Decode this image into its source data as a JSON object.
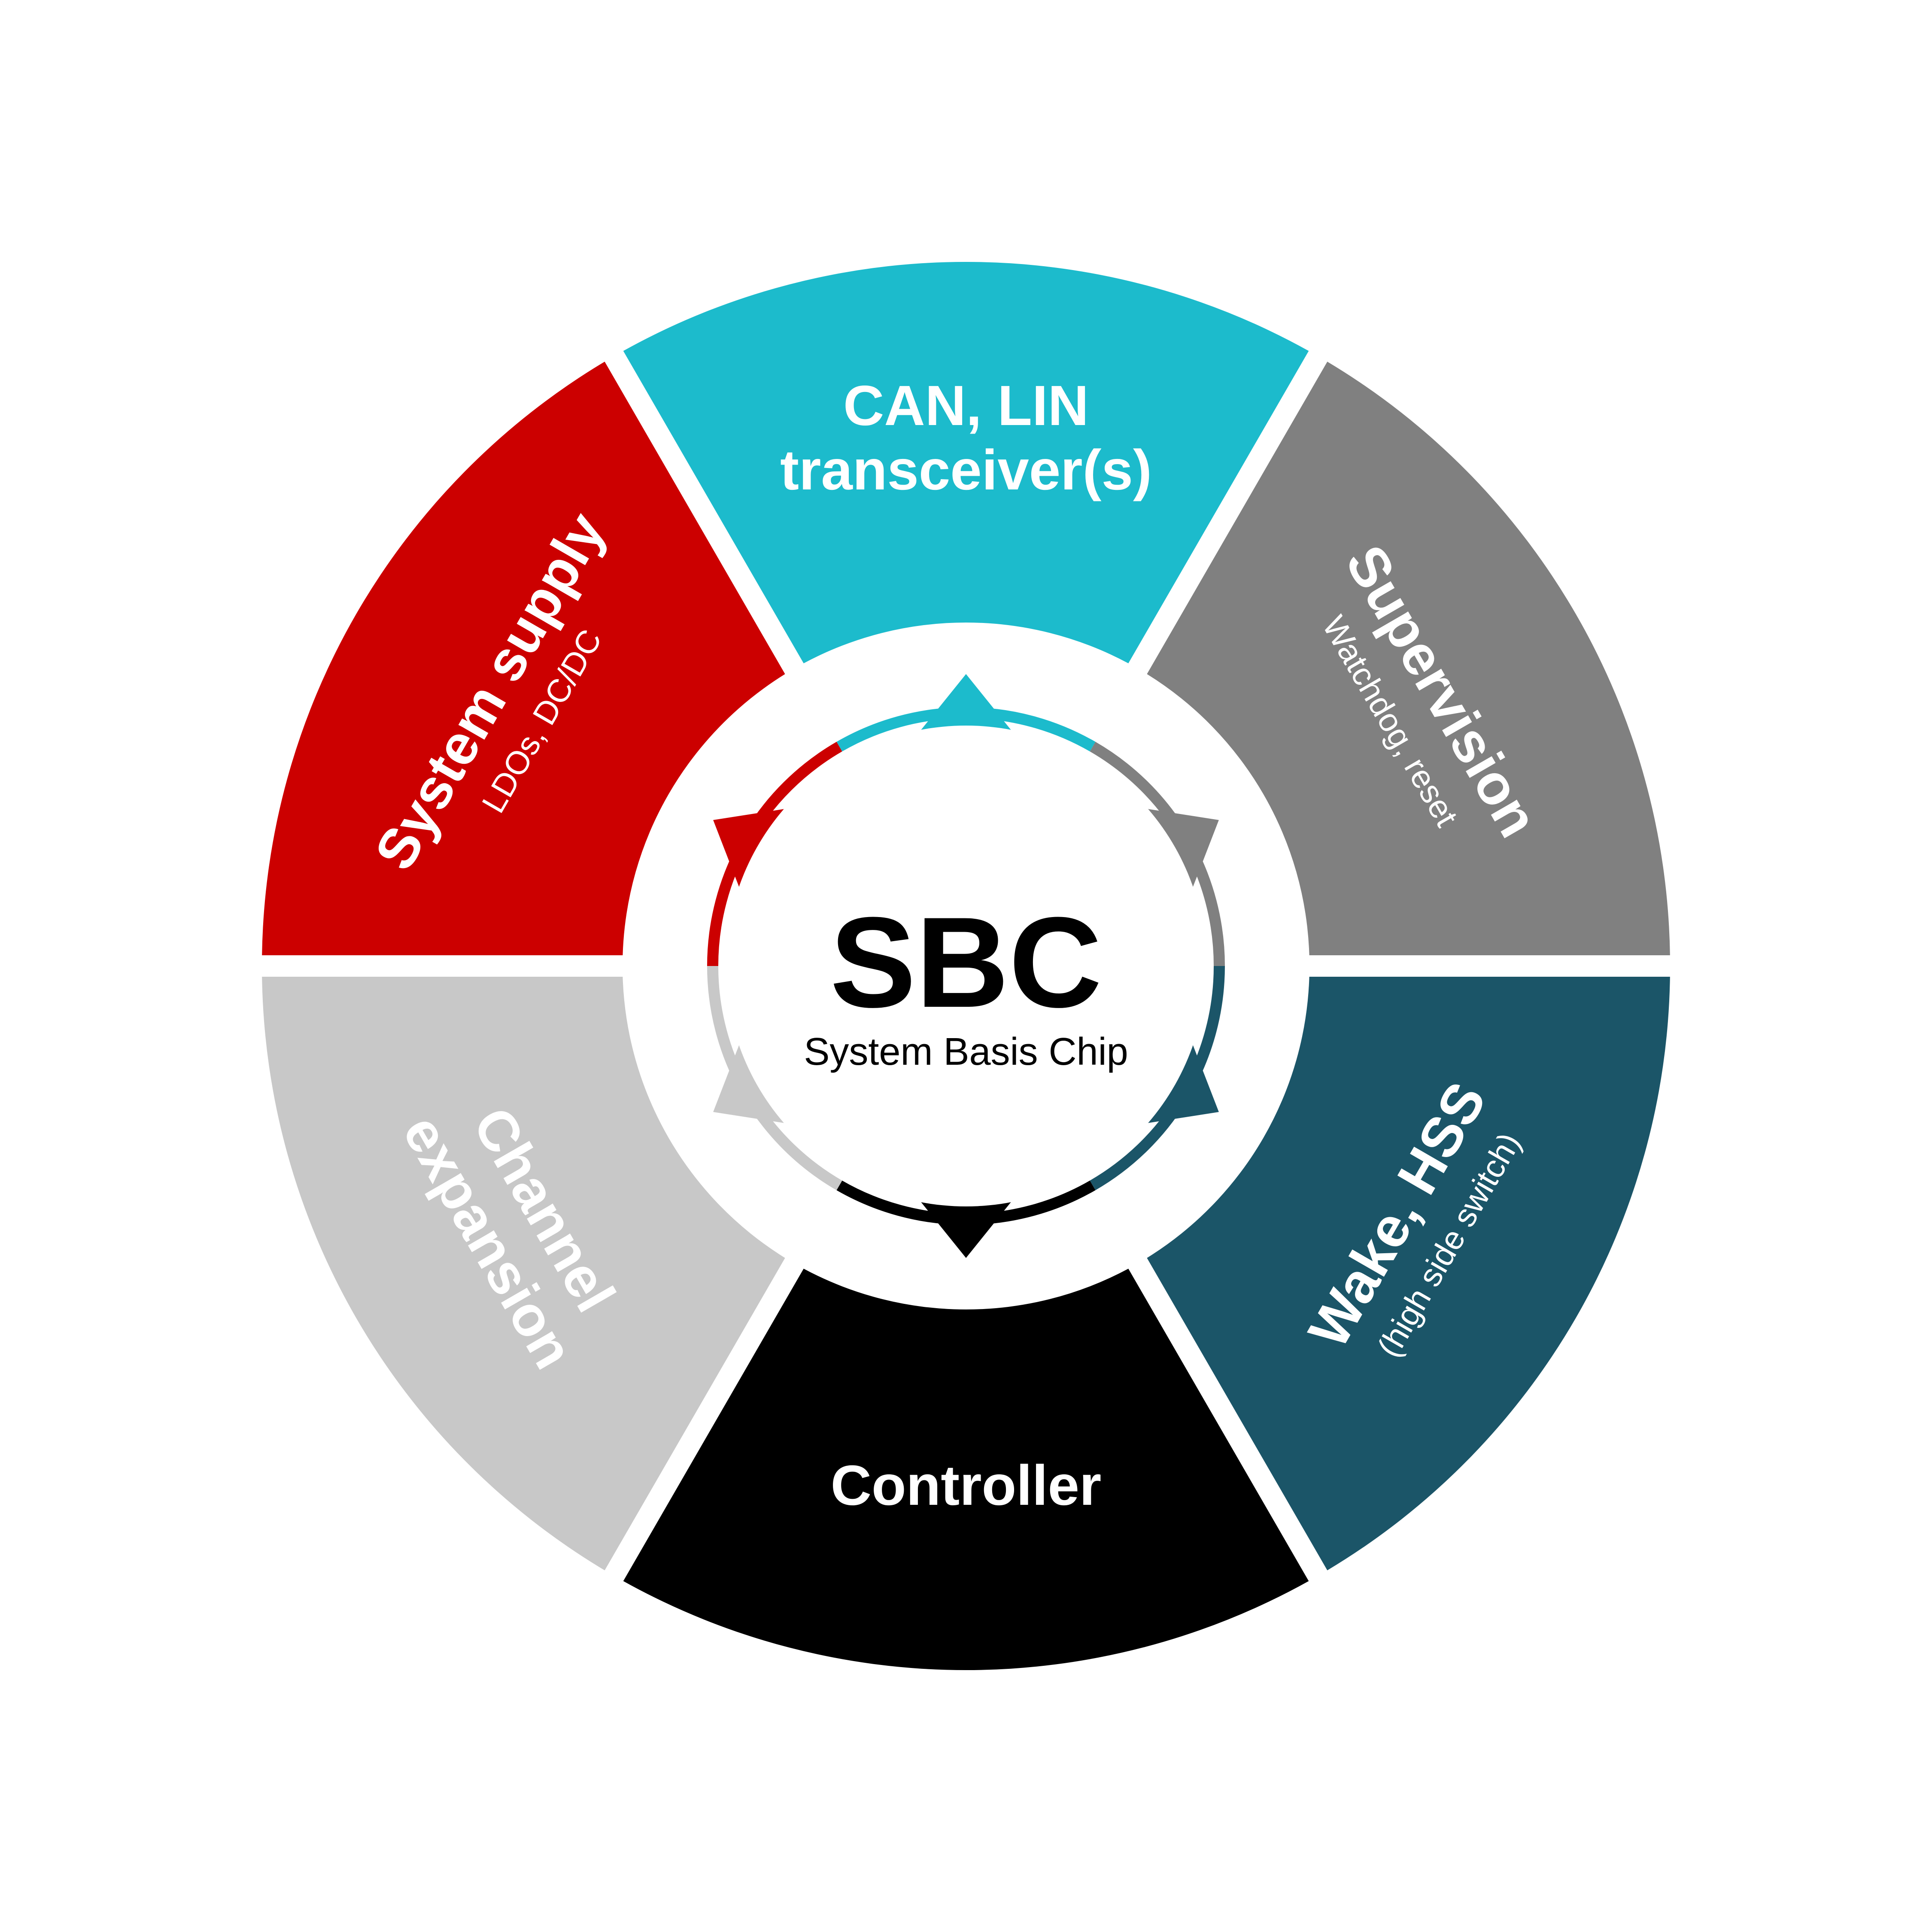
{
  "center": {
    "title": "SBC",
    "subtitle": "System Basis Chip"
  },
  "segments": [
    {
      "id": "can-lin",
      "title_lines": [
        "CAN, LIN",
        "transceiver(s)"
      ],
      "subtitle": "",
      "color": "#1CBBCC"
    },
    {
      "id": "supervision",
      "title_lines": [
        "Supervision"
      ],
      "subtitle": "Watchdog, reset",
      "color": "#808080"
    },
    {
      "id": "wake-hss",
      "title_lines": [
        "Wake, HSS"
      ],
      "subtitle": "(high side switch)",
      "color": "#1B5568"
    },
    {
      "id": "controller",
      "title_lines": [
        "Controller"
      ],
      "subtitle": "",
      "color": "#000000"
    },
    {
      "id": "channel-expansion",
      "title_lines": [
        "Channel",
        "expansion"
      ],
      "subtitle": "",
      "color": "#C8C8C8"
    },
    {
      "id": "system-supply",
      "title_lines": [
        "System supply"
      ],
      "subtitle": "LDOs, DC/DC",
      "color": "#CC0000"
    }
  ]
}
